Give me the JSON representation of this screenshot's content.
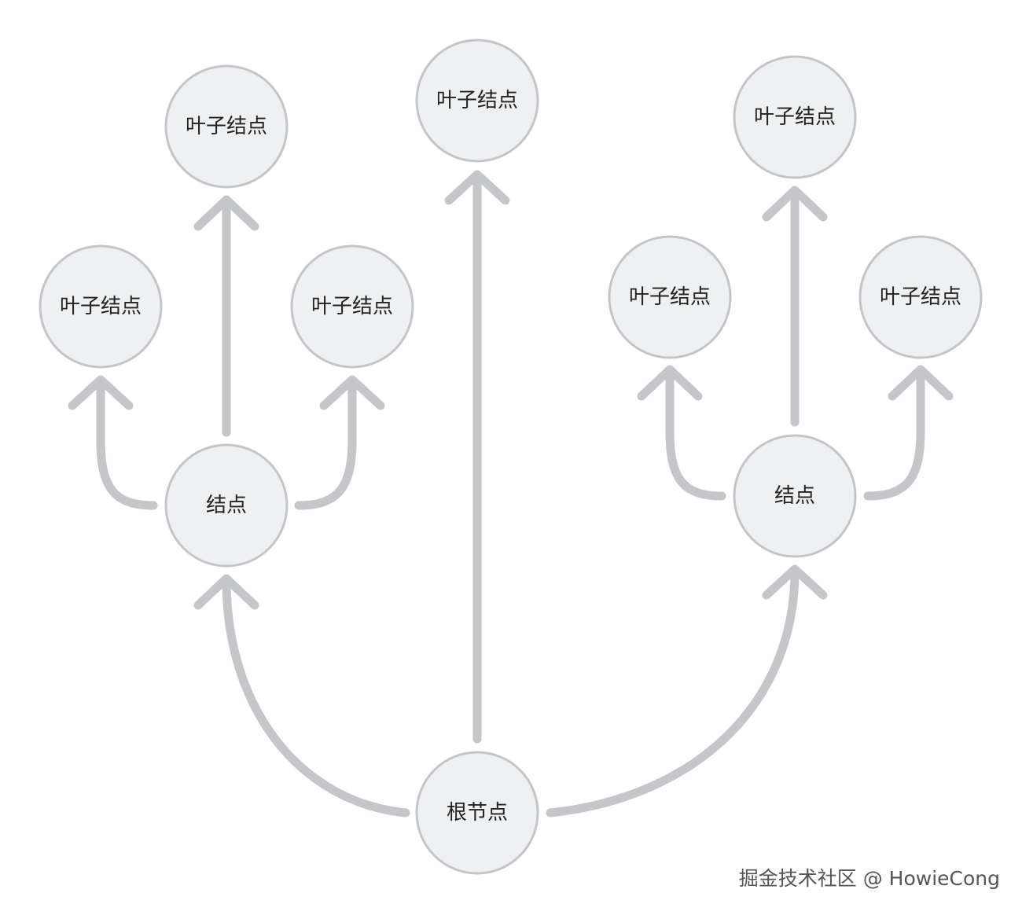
{
  "diagram": {
    "nodes": {
      "root": "根节点",
      "left_node": "结点",
      "right_node": "结点",
      "left_leaf_left": "叶子结点",
      "left_leaf_top": "叶子结点",
      "left_leaf_right": "叶子结点",
      "center_leaf": "叶子结点",
      "right_leaf_left": "叶子结点",
      "right_leaf_top": "叶子结点",
      "right_leaf_right": "叶子结点"
    },
    "edges": [
      {
        "from": "root",
        "to": "left_node"
      },
      {
        "from": "root",
        "to": "center_leaf"
      },
      {
        "from": "root",
        "to": "right_node"
      },
      {
        "from": "left_node",
        "to": "left_leaf_left"
      },
      {
        "from": "left_node",
        "to": "left_leaf_top"
      },
      {
        "from": "left_node",
        "to": "left_leaf_right"
      },
      {
        "from": "right_node",
        "to": "right_leaf_left"
      },
      {
        "from": "right_node",
        "to": "right_leaf_top"
      },
      {
        "from": "right_node",
        "to": "right_leaf_right"
      }
    ]
  },
  "watermark": "掘金技术社区 @ HowieCong",
  "colors": {
    "node_fill": "#eff0f1",
    "node_stroke": "#c4c5c8",
    "edge": "#c4c6c9",
    "text": "#222222"
  }
}
